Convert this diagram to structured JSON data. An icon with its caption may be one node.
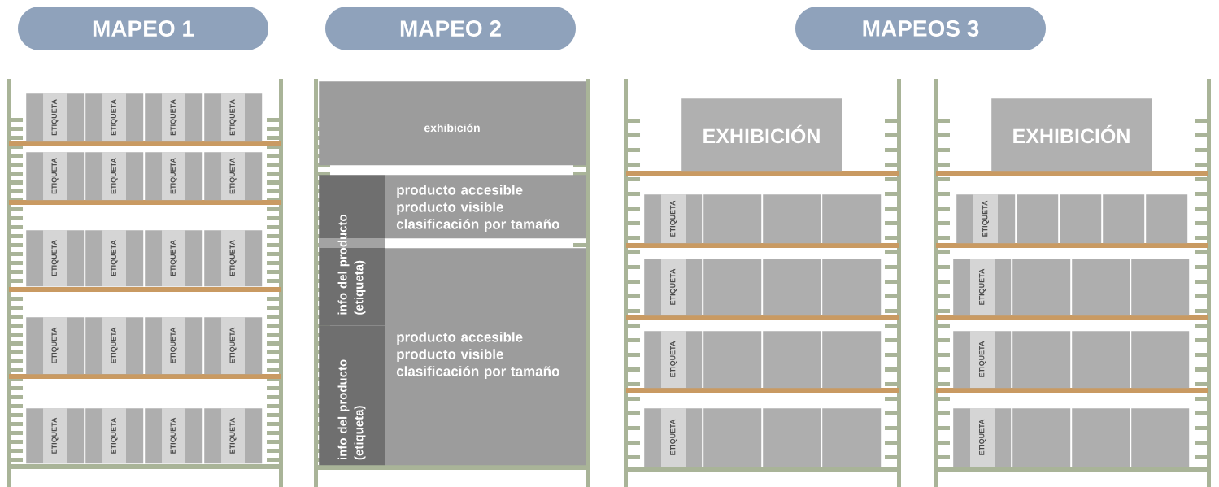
{
  "diagram": {
    "nodes": [
      {
        "text": [
          "MAPEO 1"
        ]
      },
      {
        "text": [
          "MAPEO 2"
        ]
      },
      {
        "text": [
          "MAPEOS 3"
        ]
      },
      {
        "text": [
          "ETIQUETA"
        ]
      },
      {
        "text": [
          "ETIQUETA"
        ]
      },
      {
        "text": [
          "ETIQUETA"
        ]
      },
      {
        "text": [
          "ETIQUETA"
        ]
      },
      {
        "text": [
          "ETIQUETA"
        ]
      },
      {
        "text": [
          "ETIQUETA"
        ]
      },
      {
        "text": [
          "ETIQUETA"
        ]
      },
      {
        "text": [
          "ETIQUETA"
        ]
      },
      {
        "text": [
          "ETIQUETA"
        ]
      },
      {
        "text": [
          "ETIQUETA"
        ]
      },
      {
        "text": [
          "ETIQUETA"
        ]
      },
      {
        "text": [
          "ETIQUETA"
        ]
      },
      {
        "text": [
          "ETIQUETA"
        ]
      },
      {
        "text": [
          "ETIQUETA"
        ]
      },
      {
        "text": [
          "ETIQUETA"
        ]
      },
      {
        "text": [
          "ETIQUETA"
        ]
      },
      {
        "text": [
          "ETIQUETA"
        ]
      },
      {
        "text": [
          "ETIQUETA"
        ]
      },
      {
        "text": [
          "ETIQUETA"
        ]
      },
      {
        "text": [
          "ETIQUETA"
        ]
      },
      {
        "text": [
          "exhibición"
        ]
      },
      {
        "text": [
          "info del producto (etiqueta)"
        ]
      },
      {
        "text": [
          "producto accesible producto visible clasificación por tamaño"
        ]
      },
      {
        "text": [
          "info del producto (etiqueta)"
        ]
      },
      {
        "text": [
          "producto accesible producto visible clasificación por tamaño"
        ]
      },
      {
        "text": [
          "EXHIBICIÓN"
        ]
      },
      {
        "text": [
          "ETIQUETA"
        ]
      },
      {
        "text": [],
        "shape": "box"
      },
      {
        "text": [],
        "shape": "box"
      },
      {
        "text": [],
        "shape": "box"
      },
      {
        "text": [
          "ETIQUETA"
        ]
      },
      {
        "text": [],
        "shape": "box"
      },
      {
        "text": [],
        "shape": "box"
      },
      {
        "text": [],
        "shape": "box"
      },
      {
        "text": [
          "ETIQUETA"
        ]
      },
      {
        "text": [],
        "shape": "box"
      },
      {
        "text": [],
        "shape": "box"
      },
      {
        "text": [],
        "shape": "box"
      },
      {
        "text": [
          "ETIQUETA"
        ]
      },
      {
        "text": [],
        "shape": "box"
      },
      {
        "text": [],
        "shape": "box"
      },
      {
        "text": [],
        "shape": "box"
      },
      {
        "text": [
          "EXHIBICIÓN"
        ]
      },
      {
        "text": [
          "ETIQUETA"
        ]
      },
      {
        "text": [],
        "shape": "box"
      },
      {
        "text": [],
        "shape": "box"
      },
      {
        "text": [],
        "shape": "box"
      },
      {
        "text": [],
        "shape": "box"
      },
      {
        "text": [
          "ETIQUETA"
        ]
      },
      {
        "text": [],
        "shape": "box"
      },
      {
        "text": [],
        "shape": "box"
      },
      {
        "text": [],
        "shape": "box"
      },
      {
        "text": [
          "ETIQUETA"
        ]
      },
      {
        "text": [],
        "shape": "box"
      },
      {
        "text": [],
        "shape": "box"
      },
      {
        "text": [],
        "shape": "box"
      },
      {
        "text": [
          "ETIQUETA"
        ]
      },
      {
        "text": [],
        "shape": "box"
      },
      {
        "text": [],
        "shape": "box"
      },
      {
        "text": [],
        "shape": "box"
      }
    ]
  }
}
